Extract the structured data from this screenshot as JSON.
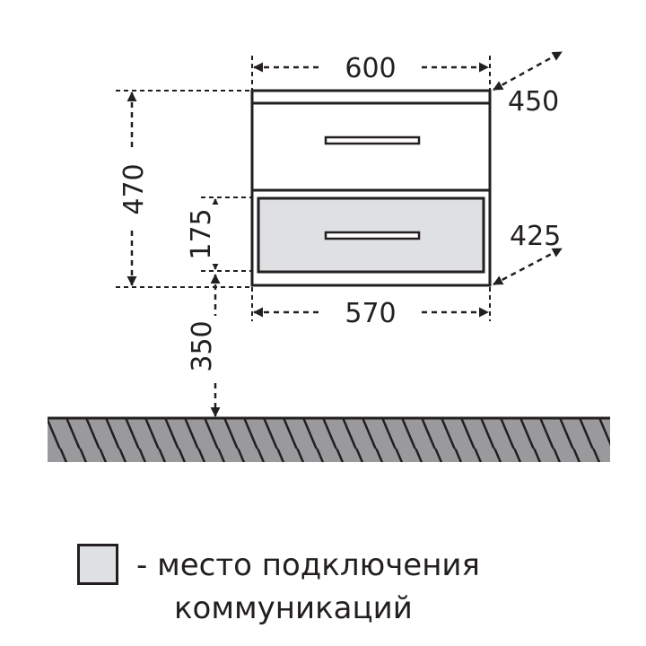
{
  "dimensions": {
    "top_width": "600",
    "top_depth": "450",
    "total_height": "470",
    "drawer_height": "175",
    "bottom_depth": "425",
    "bottom_width": "570",
    "mount_height": "350"
  },
  "legend": {
    "dash": "-",
    "line1": "место подключения",
    "line2": "коммуникаций"
  },
  "colors": {
    "line": "#231f20",
    "drawer_fill": "#dfe0e2",
    "floor_fill": "#9a9a9d"
  },
  "floor_pattern": "diagonal-hatch"
}
